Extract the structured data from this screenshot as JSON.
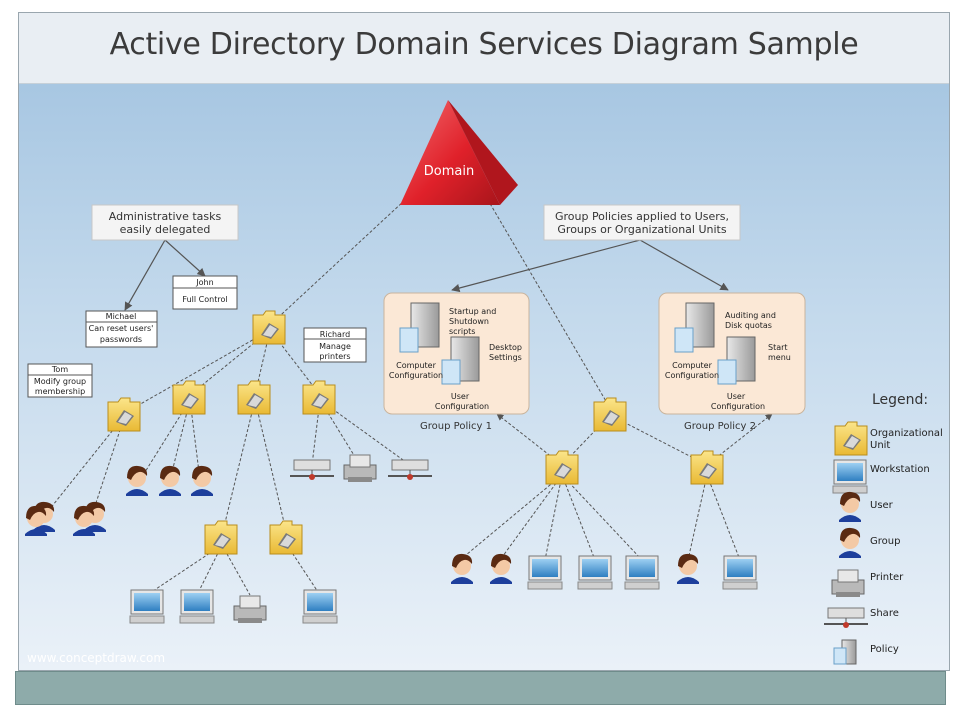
{
  "title": "Active Directory Domain Services Diagram Sample",
  "domain_label": "Domain",
  "callouts": {
    "admin": [
      "Administrative tasks",
      "easily delegated"
    ],
    "gp": [
      "Group Policies applied to Users,",
      "Groups or Organizational Units"
    ]
  },
  "delegates": {
    "john": {
      "name": "John",
      "role": [
        "Full Control"
      ]
    },
    "michael": {
      "name": "Michael",
      "role": [
        "Can reset users'",
        "passwords"
      ]
    },
    "richard": {
      "name": "Richard",
      "role": [
        "Manage",
        "printers"
      ]
    },
    "tom": {
      "name": "Tom",
      "role": [
        "Modify group",
        "membership"
      ]
    }
  },
  "policy1": {
    "caption": "Group Policy 1",
    "items": {
      "a": [
        "Startup and",
        "Shutdown",
        "scripts"
      ],
      "b": [
        "Desktop",
        "Settings"
      ],
      "c": [
        "Computer",
        "Configuration"
      ],
      "d": [
        "User",
        "Configuration"
      ]
    }
  },
  "policy2": {
    "caption": "Group Policy 2",
    "items": {
      "a": [
        "Auditing and",
        "Disk quotas"
      ],
      "b": [
        "Start",
        "menu"
      ],
      "c": [
        "Computer",
        "Configuration"
      ],
      "d": [
        "User",
        "Configuration"
      ]
    }
  },
  "legend": {
    "title": "Legend:",
    "items": [
      {
        "icon": "folder-icon",
        "label": [
          "Organizational",
          "Unit"
        ]
      },
      {
        "icon": "workstation-icon",
        "label": [
          "Workstation"
        ]
      },
      {
        "icon": "user-icon",
        "label": [
          "User"
        ]
      },
      {
        "icon": "group-icon",
        "label": [
          "Group"
        ]
      },
      {
        "icon": "printer-icon",
        "label": [
          "Printer"
        ]
      },
      {
        "icon": "share-icon",
        "label": [
          "Share"
        ]
      },
      {
        "icon": "policy-icon",
        "label": [
          "Policy"
        ]
      }
    ]
  },
  "watermark": "www.conceptdraw.com",
  "colors": {
    "domain": "#e0212a",
    "folder": "#f4d35e",
    "policy_box": "#fbe8d6",
    "footer": "#8eabaa"
  }
}
